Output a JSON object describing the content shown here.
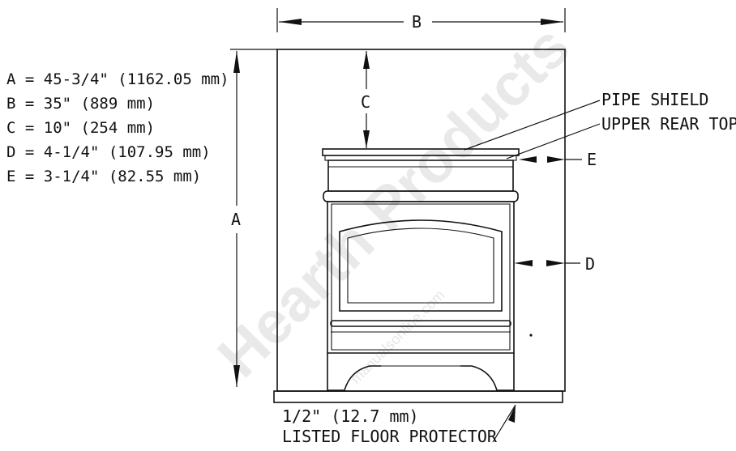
{
  "legend": [
    "A = 45-3/4\" (1162.05 mm)",
    "B = 35\" (889 mm)",
    "C = 10\" (254 mm)",
    "D = 4-1/4\" (107.95 mm)",
    "E = 3-1/4\" (82.55 mm)"
  ],
  "labels": {
    "a": "A",
    "b": "B",
    "c": "C",
    "d": "D",
    "e": "E",
    "pipe_shield": "PIPE SHIELD",
    "upper_rear_top": "UPPER REAR TOP",
    "floor_thickness": "1/2\" (12.7 mm)",
    "floor_protector": "LISTED FLOOR PROTECTOR"
  },
  "watermark": {
    "main": "Hearth Products",
    "small": "manualsonline.com"
  }
}
